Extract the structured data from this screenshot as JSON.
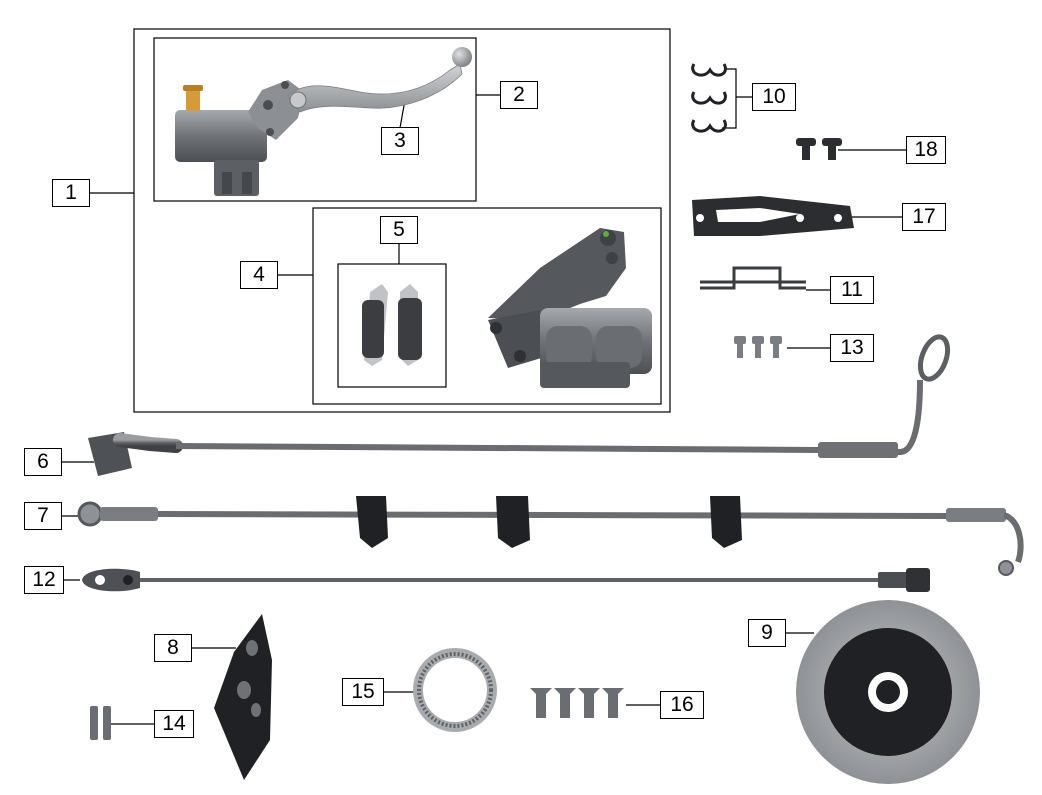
{
  "colors": {
    "line": "#000000",
    "metal_dark": "#5f6266",
    "metal_mid": "#8a8d91",
    "metal_light": "#b9bcbf",
    "hose": "#6e7074",
    "brass": "#d79a38",
    "black_part": "#1f2124"
  },
  "callouts": [
    {
      "id": "1",
      "label": "1"
    },
    {
      "id": "2",
      "label": "2"
    },
    {
      "id": "3",
      "label": "3"
    },
    {
      "id": "4",
      "label": "4"
    },
    {
      "id": "5",
      "label": "5"
    },
    {
      "id": "6",
      "label": "6"
    },
    {
      "id": "7",
      "label": "7"
    },
    {
      "id": "8",
      "label": "8"
    },
    {
      "id": "9",
      "label": "9"
    },
    {
      "id": "10",
      "label": "10"
    },
    {
      "id": "11",
      "label": "11"
    },
    {
      "id": "12",
      "label": "12"
    },
    {
      "id": "13",
      "label": "13"
    },
    {
      "id": "14",
      "label": "14"
    },
    {
      "id": "15",
      "label": "15"
    },
    {
      "id": "16",
      "label": "16"
    },
    {
      "id": "17",
      "label": "17"
    },
    {
      "id": "18",
      "label": "18"
    }
  ]
}
